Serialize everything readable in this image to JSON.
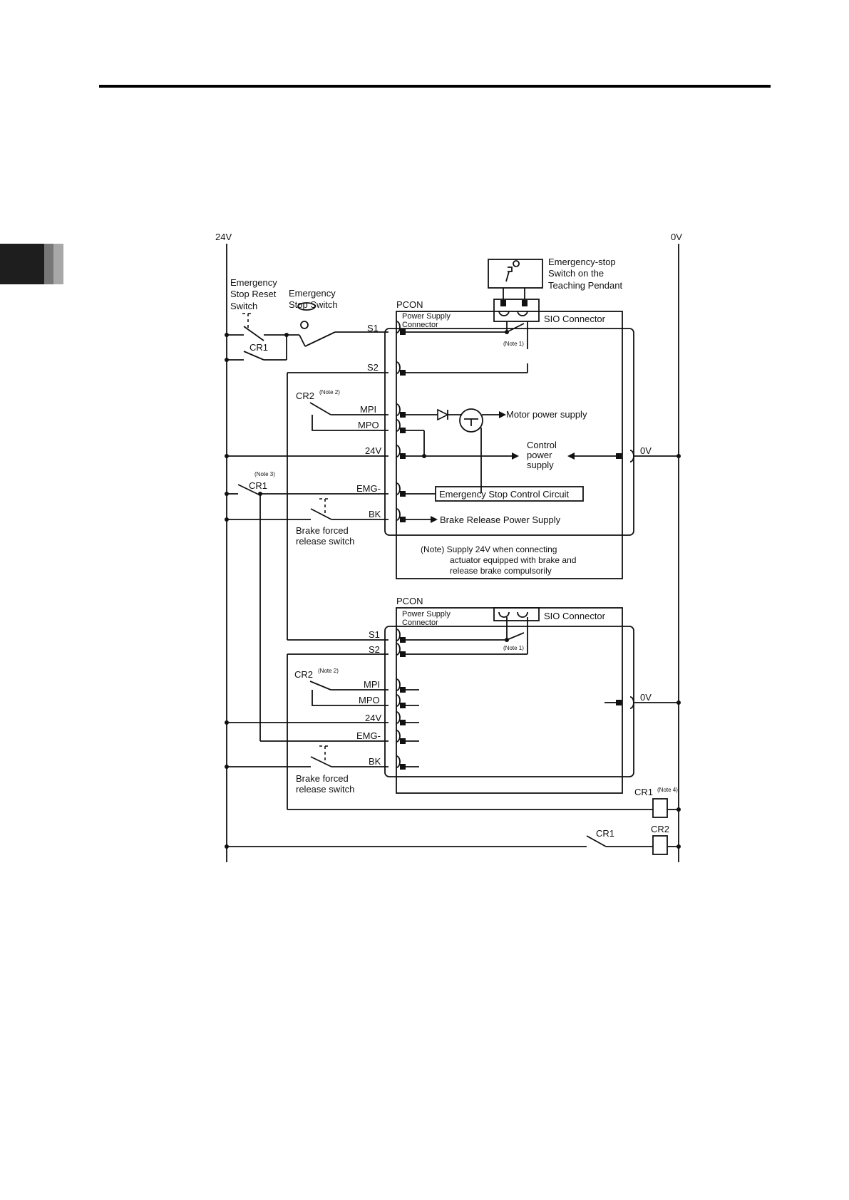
{
  "rails": {
    "left_label": "24V",
    "right_label": "0V"
  },
  "switches": {
    "es_reset": [
      "Emergency",
      "Stop Reset",
      "Switch"
    ],
    "es_switch": [
      "Emergency",
      "Stop Switch"
    ],
    "pendant": [
      "Emergency-stop",
      "Switch on the",
      "Teaching Pendant"
    ],
    "cr1": "CR1",
    "cr2": "CR2",
    "brake": [
      "Brake forced",
      "release switch"
    ]
  },
  "notes": {
    "note1": "(Note 1)",
    "note2": "(Note 2)",
    "note3": "(Note 3)",
    "note4": "(Note 4)",
    "brake_note": [
      "(Note) Supply 24V when connecting",
      "actuator equipped with brake and",
      "release brake compulsorily"
    ]
  },
  "pcon": {
    "name": "PCON",
    "psc": [
      "Power Supply",
      "Connector"
    ],
    "sio": "SIO Connector",
    "pins": {
      "s1": "S1",
      "s2": "S2",
      "mpi": "MPI",
      "mpo": "MPO",
      "v24": "24V",
      "emg": "EMG-",
      "bk": "BK",
      "v0": "0V"
    },
    "motor": "Motor power supply",
    "control": [
      "Control",
      "power",
      "supply"
    ],
    "esc": "Emergency Stop Control Circuit",
    "brake_ps": "Brake Release Power Supply"
  },
  "coils": {
    "cr1": "CR1",
    "cr2": "CR2"
  }
}
